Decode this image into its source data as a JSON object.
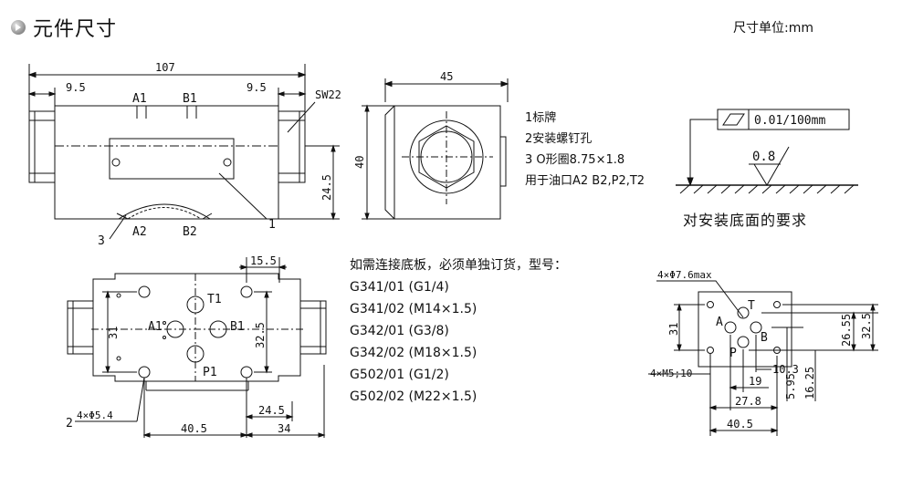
{
  "header": {
    "title": "元件尺寸",
    "unit": "尺寸单位:mm"
  },
  "front_view": {
    "overall": "107",
    "left": "9.5",
    "right": "9.5",
    "wrench": "SW22",
    "height": "24.5",
    "port_a1": "A1",
    "port_b1": "B1",
    "port_a2": "A2",
    "port_b2": "B2",
    "callout_1": "1",
    "callout_3": "3"
  },
  "side_view": {
    "width": "45",
    "height": "40"
  },
  "notes": [
    "1标牌",
    "2安装螺钉孔",
    "3  O形圈8.75×1.8",
    "用于油口A2 B2,P2,T2"
  ],
  "surface_req": {
    "flatness": "0.01/100mm",
    "roughness": "0.8",
    "label": "对安装底面的要求"
  },
  "bottom_view": {
    "top": "15.5",
    "left_h": "31",
    "right_h": "32.5",
    "holes": "4×Φ5.4",
    "callout_2": "2",
    "bottom_1": "24.5",
    "bottom_2": "40.5",
    "bottom_3": "34",
    "port_t1": "T1",
    "port_a1": "A1",
    "port_b1": "B1",
    "port_p1": "P1"
  },
  "orders": {
    "intro": "如需连接底板，必须单独订货，型号：",
    "items": [
      "G341/01 (G1/4)",
      "G341/02 (M14×1.5)",
      "G342/01 (G3/8)",
      "G342/02 (M18×1.5)",
      "G502/01 (G1/2)",
      "G502/02 (M22×1.5)"
    ]
  },
  "mount_view": {
    "holes": "4×Φ7.6max",
    "screws": "4×M5;10",
    "left_h": "31",
    "r1": "26.55",
    "r2": "32.5",
    "v1": "5.95",
    "v2": "16.25",
    "h_10_3": "10.3",
    "h_19": "19",
    "h_27_8": "27.8",
    "h_40_5": "40.5",
    "port_t": "T",
    "port_a": "A",
    "port_b": "B",
    "port_p": "P"
  }
}
